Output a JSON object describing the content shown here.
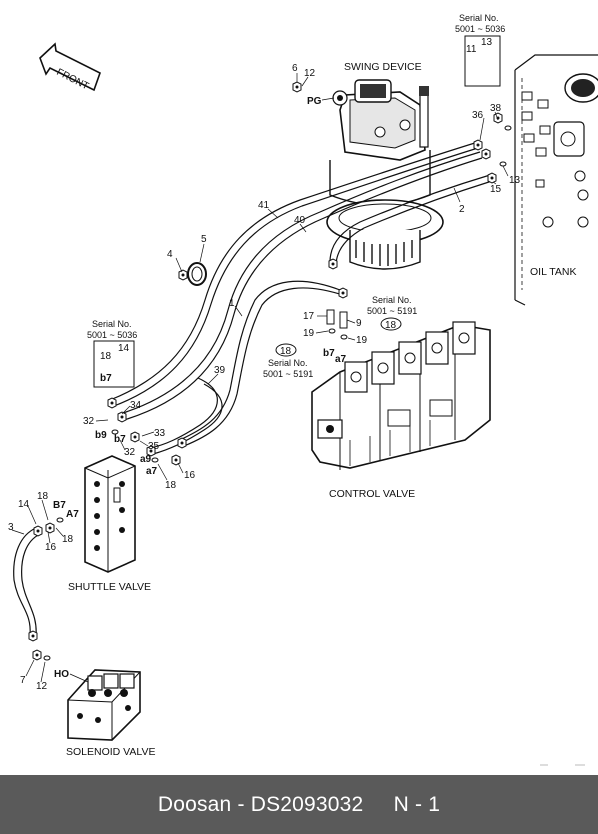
{
  "diagram": {
    "front_label": "FRONT",
    "captions": {
      "swing_device": "SWING DEVICE",
      "oil_tank": "OIL TANK",
      "control_valve": "CONTROL VALVE",
      "shuttle_valve": "SHUTTLE VALVE",
      "solenoid_valve": "SOLENOID VALVE"
    },
    "serial_boxes": {
      "top_right": {
        "title": "Serial No.",
        "range": "5001 ~ 5036",
        "parts": [
          "11",
          "13"
        ]
      },
      "left": {
        "title": "Serial No.",
        "range": "5001 ~ 5036",
        "parts": [
          "18",
          "14"
        ],
        "port": "b7"
      }
    },
    "serial_notes": {
      "center": {
        "title": "Serial No.",
        "range": "5001 ~ 5191",
        "part": "18"
      },
      "left_center": {
        "title": "Serial No.",
        "range": "5001 ~ 5191",
        "part": "18"
      }
    },
    "part_numbers": {
      "p6": "6",
      "p12a": "12",
      "p38": "38",
      "p36": "36",
      "p13": "13",
      "p15": "15",
      "p2": "2",
      "p41": "41",
      "p40": "40",
      "p4": "4",
      "p5": "5",
      "p1": "1",
      "p17": "17",
      "p9": "9",
      "p19a": "19",
      "p19b": "19",
      "p39": "39",
      "p32a": "32",
      "p34": "34",
      "p33": "33",
      "p35": "35",
      "p32b": "32",
      "p16a": "16",
      "p18a": "18",
      "p14": "14",
      "p18b": "18",
      "p3": "3",
      "p16b": "16",
      "p18c": "18",
      "p7": "7",
      "p12b": "12"
    },
    "ports": {
      "pg": "PG",
      "b7_cv": "b7",
      "a7_cv": "a7",
      "b9": "b9",
      "b7_sv": "b7",
      "a9": "a9",
      "a7_sv": "a7",
      "B7": "B7",
      "A7": "A7",
      "HO": "HO"
    }
  },
  "footer": {
    "brand": "Doosan",
    "separator": " - ",
    "part_code": "DS2093032",
    "page_ref": "N - 1"
  }
}
